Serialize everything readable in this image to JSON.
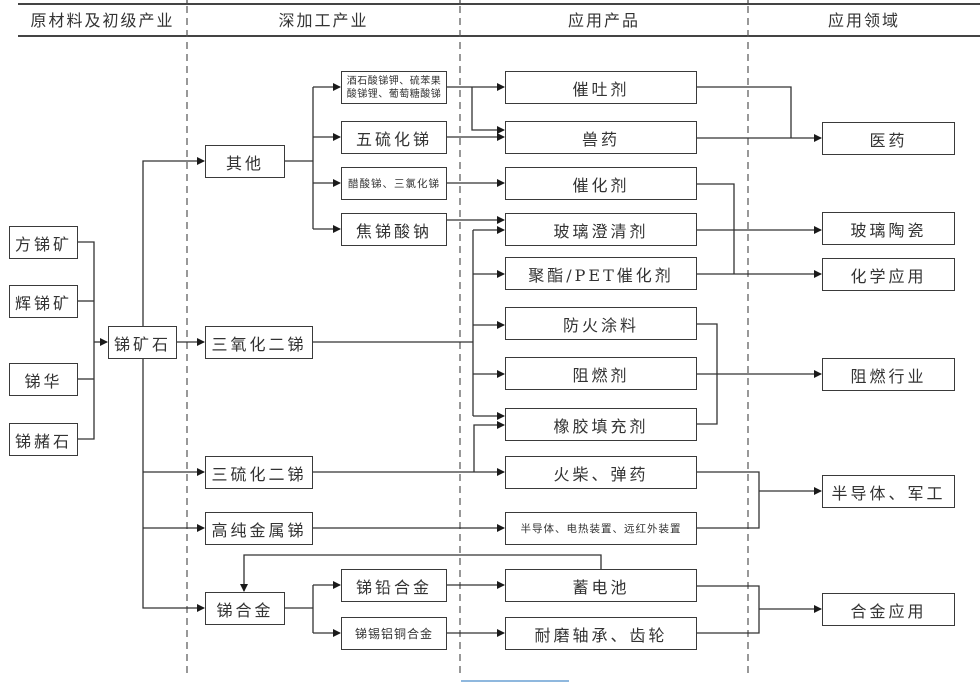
{
  "title": "锑产业链结构图",
  "columns": [
    {
      "id": "raw",
      "label": "原材料及初级产业"
    },
    {
      "id": "deep",
      "label": "深加工产业"
    },
    {
      "id": "products",
      "label": "应用产品"
    },
    {
      "id": "fields",
      "label": "应用领域"
    }
  ],
  "nodes": {
    "fangtikuang": "方锑矿",
    "huitikuang": "辉锑矿",
    "tihua": "锑华",
    "tizheshi": "锑赭石",
    "tikuangshi": "锑矿石",
    "qita": "其他",
    "sanyanghuaerti": "三氧化二锑",
    "sanliuhuaerti": "三硫化二锑",
    "gaochunjinshuti": "高纯金属锑",
    "tihejin": "锑合金",
    "jiushisuan": "酒石酸锑钾、硫苯果酸锑锂、葡萄糖酸锑",
    "wuliuhuati": "五硫化锑",
    "cusuanti": "醋酸锑、三氯化锑",
    "jiaotisuanna": "焦锑酸钠",
    "tiqianhejin": "锑铅合金",
    "tixilvtonghejin": "锑锡铝铜合金",
    "cuituji": "催吐剂",
    "shouyao": "兽药",
    "cuihuaji": "催化剂",
    "boliqingji": "玻璃澄清剂",
    "juzhi": "聚酯/PET催化剂",
    "fanghuotuliao": "防火涂料",
    "zuranji": "阻燃剂",
    "xiangjiao": "橡胶填充剂",
    "huochai": "火柴、弹药",
    "bandaoti_zhuangzhi": "半导体、电热装置、远红外装置",
    "xudianchi": "蓄电池",
    "naimo": "耐磨轴承、齿轮",
    "yiyao": "医药",
    "bolitaoci": "玻璃陶瓷",
    "huaxue": "化学应用",
    "zuranhangye": "阻燃行业",
    "bandaoti_jungong": "半导体、军工",
    "hejinyingyong": "合金应用"
  },
  "edges": [
    [
      "fangtikuang",
      "tikuangshi"
    ],
    [
      "huitikuang",
      "tikuangshi"
    ],
    [
      "tihua",
      "tikuangshi"
    ],
    [
      "tizheshi",
      "tikuangshi"
    ],
    [
      "tikuangshi",
      "qita"
    ],
    [
      "tikuangshi",
      "sanyanghuaerti"
    ],
    [
      "tikuangshi",
      "sanliuhuaerti"
    ],
    [
      "tikuangshi",
      "gaochunjinshuti"
    ],
    [
      "tikuangshi",
      "tihejin"
    ],
    [
      "qita",
      "jiushisuan"
    ],
    [
      "qita",
      "wuliuhuati"
    ],
    [
      "qita",
      "cusuanti"
    ],
    [
      "qita",
      "jiaotisuanna"
    ],
    [
      "jiushisuan",
      "cuituji"
    ],
    [
      "jiushisuan",
      "shouyao"
    ],
    [
      "wuliuhuati",
      "shouyao"
    ],
    [
      "cusuanti",
      "cuihuaji"
    ],
    [
      "jiaotisuanna",
      "boliqingji"
    ],
    [
      "sanyanghuaerti",
      "boliqingji"
    ],
    [
      "sanyanghuaerti",
      "juzhi"
    ],
    [
      "sanyanghuaerti",
      "fanghuotuliao"
    ],
    [
      "sanyanghuaerti",
      "zuranji"
    ],
    [
      "sanyanghuaerti",
      "xiangjiao"
    ],
    [
      "sanliuhuaerti",
      "xiangjiao"
    ],
    [
      "sanliuhuaerti",
      "huochai"
    ],
    [
      "gaochunjinshuti",
      "bandaoti_zhuangzhi"
    ],
    [
      "tihejin",
      "tiqianhejin"
    ],
    [
      "tihejin",
      "tixilvtonghejin"
    ],
    [
      "tiqianhejin",
      "xudianchi"
    ],
    [
      "tixilvtonghejin",
      "naimo"
    ],
    [
      "xudianchi",
      "tihejin"
    ],
    [
      "cuituji",
      "yiyao"
    ],
    [
      "shouyao",
      "yiyao"
    ],
    [
      "boliqingji",
      "bolitaoci"
    ],
    [
      "cuihuaji",
      "huaxue"
    ],
    [
      "juzhi",
      "huaxue"
    ],
    [
      "fanghuotuliao",
      "zuranhangye"
    ],
    [
      "zuranji",
      "zuranhangye"
    ],
    [
      "xiangjiao",
      "zuranhangye"
    ],
    [
      "huochai",
      "bandaoti_jungong"
    ],
    [
      "bandaoti_zhuangzhi",
      "bandaoti_jungong"
    ],
    [
      "xudianchi",
      "hejinyingyong"
    ],
    [
      "naimo",
      "hejinyingyong"
    ]
  ]
}
